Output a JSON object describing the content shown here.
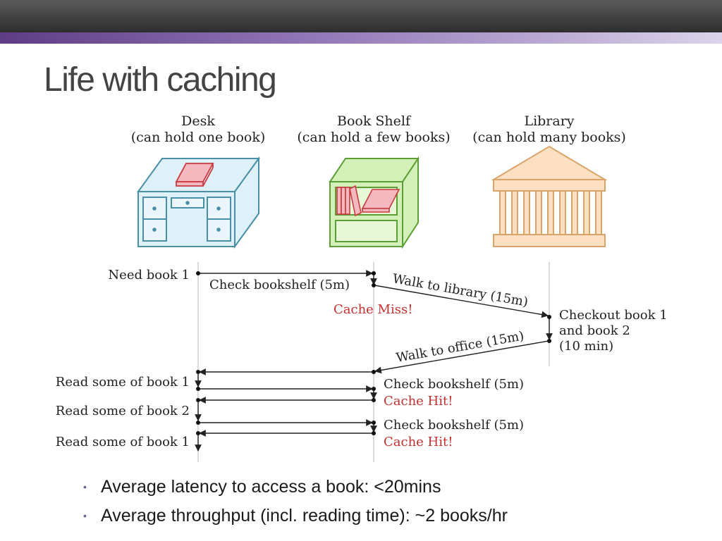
{
  "title": "Life with caching",
  "stores": {
    "desk": {
      "name": "Desk",
      "capacity": "(can hold one book)"
    },
    "shelf": {
      "name": "Book Shelf",
      "capacity": "(can hold a few books)"
    },
    "library": {
      "name": "Library",
      "capacity": "(can hold many books)"
    }
  },
  "timeline": {
    "need_book": "Need book 1",
    "check_shelf_first": "Check bookshelf (5m)",
    "cache_miss": "Cache Miss!",
    "walk_library": "Walk to library (15m)",
    "checkout": [
      "Checkout book 1",
      "and book 2",
      "(10 min)"
    ],
    "walk_office": "Walk to office (15m)",
    "read_events": [
      "Read some of book 1",
      "Read some of book 2",
      "Read some of book 1"
    ],
    "check_shelf": [
      "Check bookshelf (5m)",
      "Check bookshelf (5m)"
    ],
    "cache_hit": [
      "Cache Hit!",
      "Cache Hit!"
    ]
  },
  "bullets": [
    "Average latency to access a book: <20mins",
    "Average throughput (incl. reading time): ~2 books/hr"
  ],
  "colors": {
    "desk": "#4a8fa8",
    "shelf": "#5c9e35",
    "shelf_fill": "#d2f0b8",
    "library": "#d9a36a",
    "book": "#c9393e",
    "miss_hit_text": "#c4302e"
  }
}
